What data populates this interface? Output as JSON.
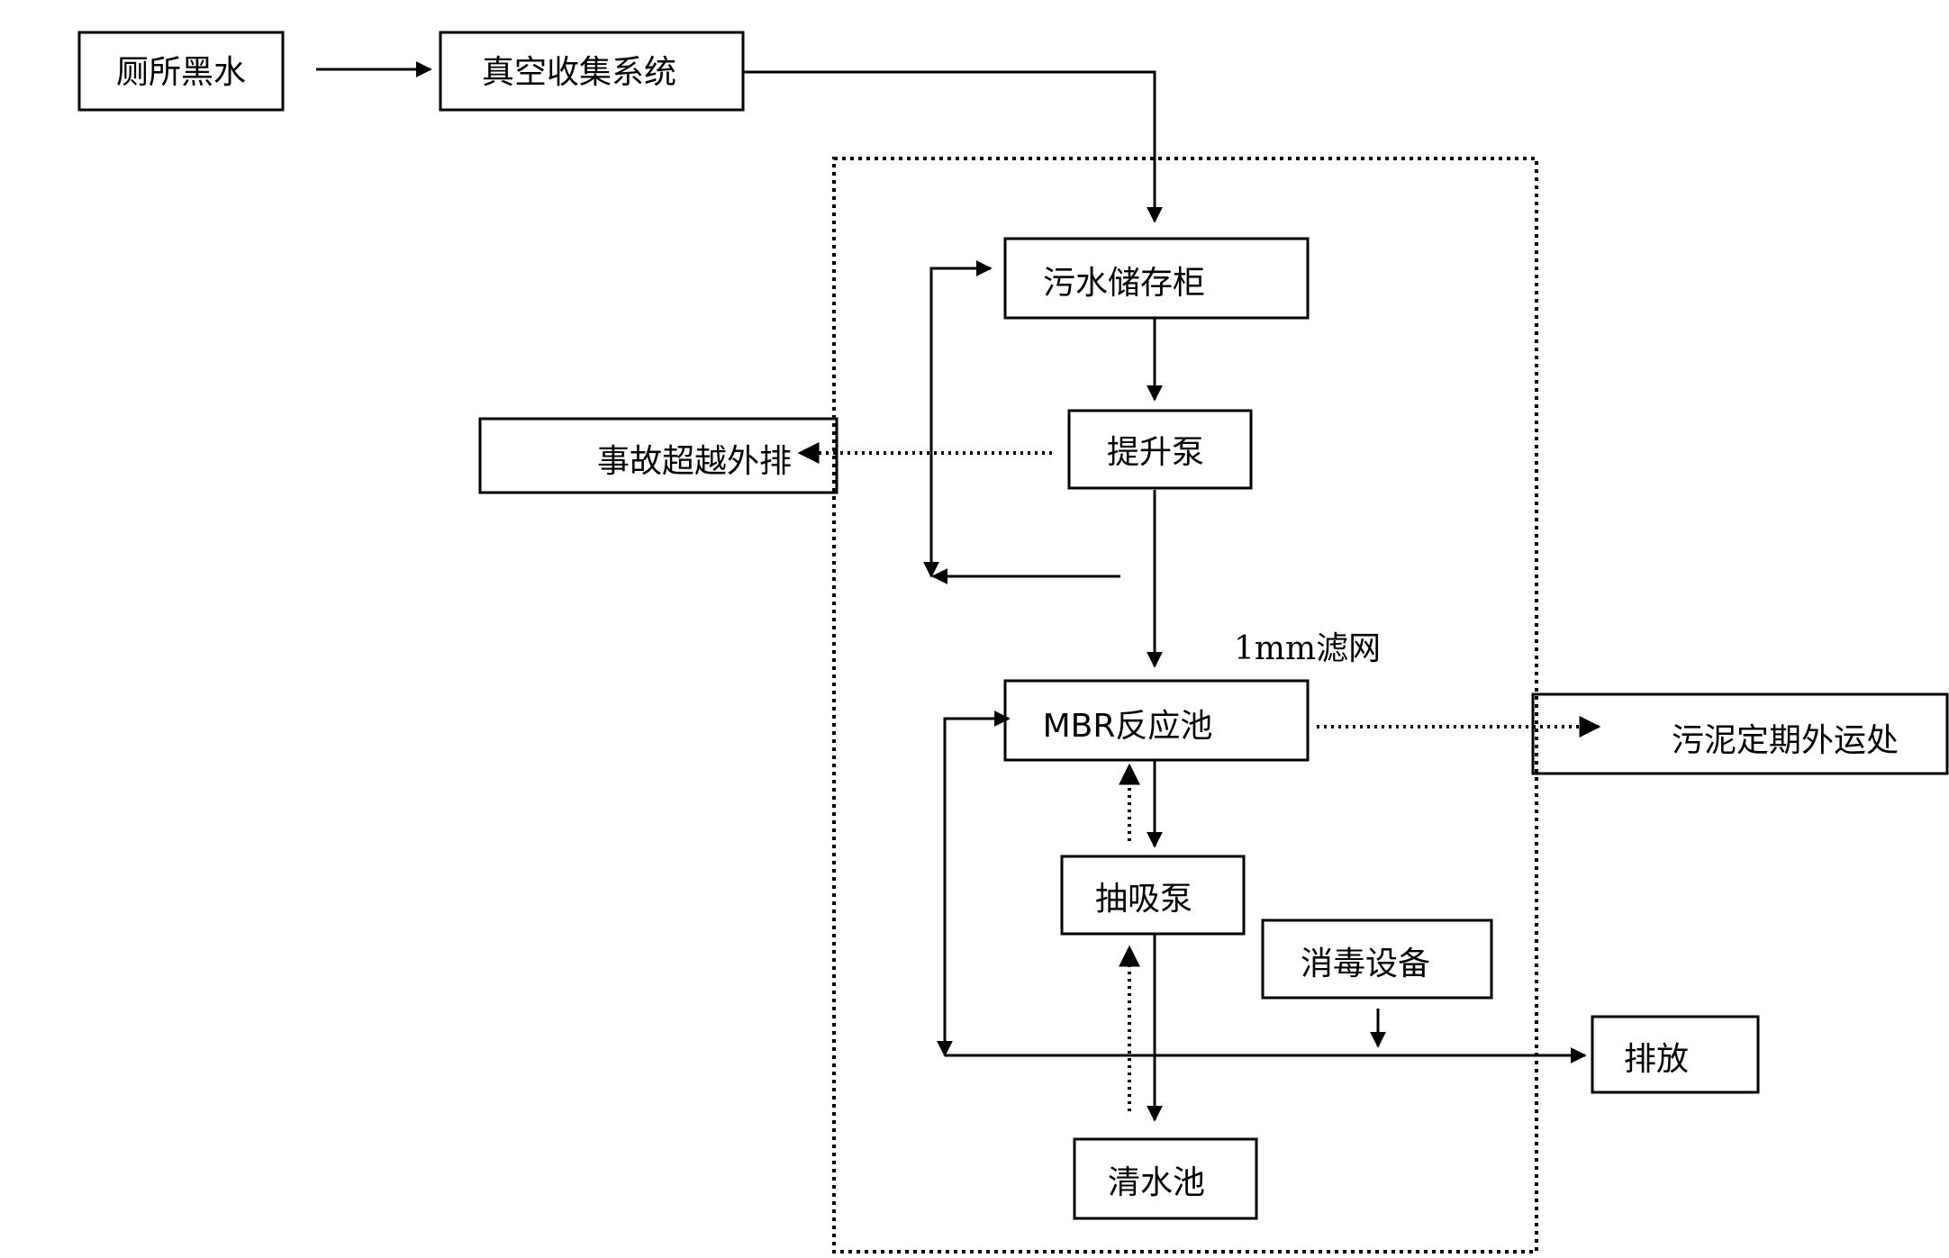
{
  "nodes": {
    "toilet_blackwater": "厕所黑水",
    "vacuum_collection": "真空收集系统",
    "sewage_storage": "污水储存柜",
    "lift_pump": "提升泵",
    "emergency_bypass": "事故超越外排",
    "mbr_reactor": "MBR反应池",
    "sludge_disposal": "污泥定期外运处",
    "suction_pump": "抽吸泵",
    "disinfection": "消毒设备",
    "discharge": "排放",
    "clear_water_tank": "清水池"
  },
  "labels": {
    "filter_mesh": "1mm滤网"
  },
  "colors": {
    "line": "#000000",
    "background": "#ffffff"
  }
}
